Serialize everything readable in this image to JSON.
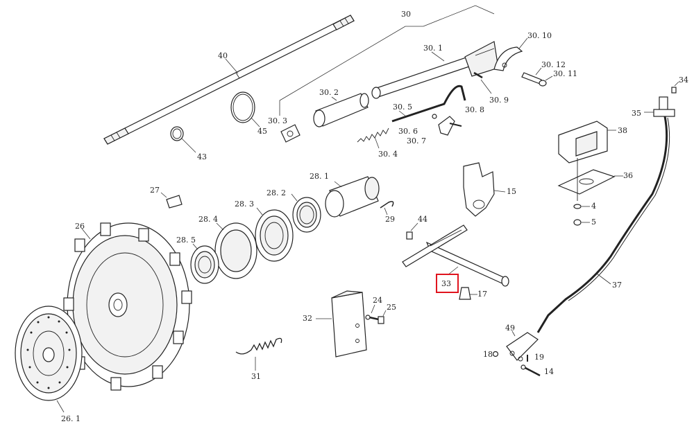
{
  "diagram": {
    "highlight_color": "#e0141e",
    "highlighted_callout": "33",
    "labels": {
      "l30": "30",
      "l30_1": "30. 1",
      "l30_2": "30. 2",
      "l30_3": "30. 3",
      "l30_4": "30. 4",
      "l30_5": "30. 5",
      "l30_6": "30. 6",
      "l30_7": "30. 7",
      "l30_8": "30. 8",
      "l30_9": "30. 9",
      "l30_10": "30. 10",
      "l30_11": "30. 11",
      "l30_12": "30. 12",
      "l40": "40",
      "l43": "43",
      "l45": "45",
      "l27": "27",
      "l28_1": "28. 1",
      "l28_2": "28. 2",
      "l28_3": "28. 3",
      "l28_4": "28. 4",
      "l28_5": "28. 5",
      "l29": "29",
      "l26": "26",
      "l26_1": "26. 1",
      "l15": "15",
      "l44": "44",
      "l33": "33",
      "l17": "17",
      "l32": "32",
      "l24": "24",
      "l25": "25",
      "l31": "31",
      "l34": "34",
      "l35": "35",
      "l38": "38",
      "l36": "36",
      "l4": "4",
      "l5": "5",
      "l37": "37",
      "l49": "49",
      "l18": "18",
      "l19": "19",
      "l14": "14"
    }
  }
}
